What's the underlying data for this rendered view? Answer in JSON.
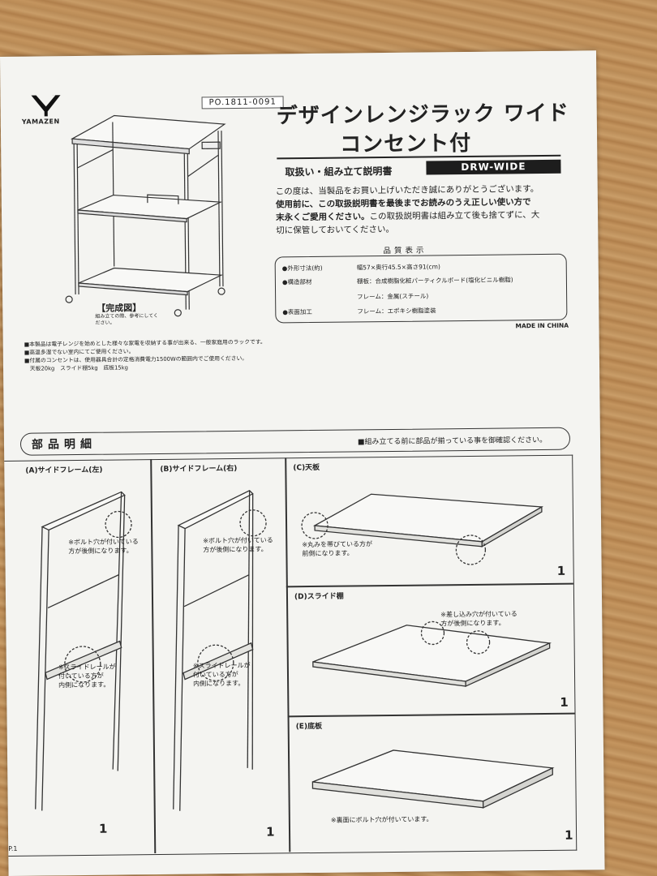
{
  "header": {
    "brand": "YAMAZEN",
    "po_number": "PO.1811-0091",
    "title_line1": "デザインレンジラック ワイド",
    "title_line2": "コンセント付",
    "subtitle": "取扱い・組み立て説明書",
    "model": "DRW-WIDE"
  },
  "intro": {
    "line1": "この度は、当製品をお買い上げいただき誠にありがとうございます。",
    "line2_bold": "使用前に、この取扱説明書を最後までお読みのうえ正しい使い方で",
    "line3_bold": "末永くご愛用ください。",
    "line3_rest": "この取扱説明書は組み立て後も捨てずに、大",
    "line4": "切に保管しておいてください。"
  },
  "quality": {
    "heading": "品質表示",
    "rows": [
      {
        "label": "●外形寸法(約)",
        "value": "幅57×奥行45.5×高さ91(cm)"
      },
      {
        "label": "●構造部材",
        "value": "棚板：合成樹脂化粧パーティクルボード(塩化ビニル樹脂)"
      },
      {
        "label": "",
        "value": "フレーム：金属(スチール)"
      },
      {
        "label": "●表面加工",
        "value": "フレーム：エポキシ樹脂塗装"
      }
    ],
    "made_in": "MADE IN CHINA"
  },
  "illustration": {
    "caption": "【完成図】",
    "caption_small": "組み立ての際、参考にしてください。"
  },
  "notes": [
    "■本製品は電子レンジを始めとした様々な家電を収納する事が出来る、一般家庭用のラックです。",
    "■高温多湿でない室内にてご使用ください。",
    "■付属のコンセントは、使用器具合計の定格消費電力1500Wの範囲内でご使用ください。",
    "　天板20kg　スライド棚5kg　底板15kg"
  ],
  "parts": {
    "title": "部品明細",
    "note": "■組み立てる前に部品が揃っている事を御確認ください。",
    "A": {
      "label": "(A)サイドフレーム(左)",
      "note1": "※ボルト穴が付いている",
      "note2": "方が後側になります。",
      "note3": "※スライドレールが",
      "note4": "付いている方が",
      "note5": "内側になります。",
      "qty": "1"
    },
    "B": {
      "label": "(B)サイドフレーム(右)",
      "note1": "※ボルト穴が付いている",
      "note2": "方が後側になります。",
      "note3": "※スライドレールが",
      "note4": "付いている方が",
      "note5": "内側になります。",
      "qty": "1"
    },
    "C": {
      "label": "(C)天板",
      "note1": "※丸みを帯びている方が",
      "note2": "前側になります。",
      "qty": "1"
    },
    "D": {
      "label": "(D)スライド棚",
      "note1": "※差し込み穴が付いている",
      "note2": "方が後側になります。",
      "qty": "1"
    },
    "E": {
      "label": "(E)底板",
      "note1": "※裏面にボルト穴が付いています。",
      "qty": "1"
    }
  },
  "page": "P.1"
}
